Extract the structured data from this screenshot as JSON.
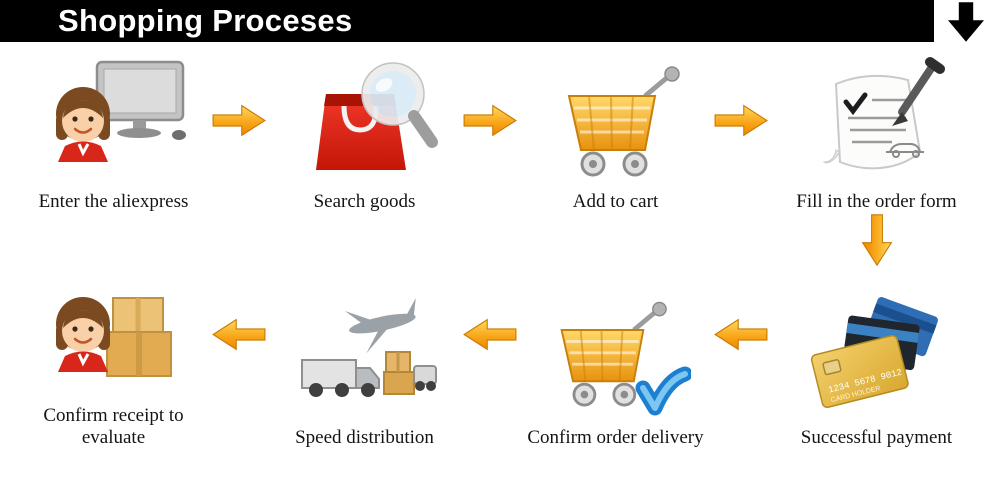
{
  "header": {
    "title": "Shopping Proceses",
    "corner_icon": "black-down-arrow"
  },
  "steps": [
    {
      "id": "enter-aliexpress",
      "label": "Enter the aliexpress",
      "icon": "user-computer-icon"
    },
    {
      "id": "search-goods",
      "label": "Search goods",
      "icon": "bag-magnifier-icon"
    },
    {
      "id": "add-to-cart",
      "label": "Add to cart",
      "icon": "shopping-cart-icon"
    },
    {
      "id": "fill-order-form",
      "label": "Fill in the order form",
      "icon": "order-form-icon"
    },
    {
      "id": "successful-payment",
      "label": "Successful payment",
      "icon": "credit-cards-icon"
    },
    {
      "id": "confirm-order-delivery",
      "label": "Confirm order delivery",
      "icon": "cart-check-icon"
    },
    {
      "id": "speed-distribution",
      "label": "Speed distribution",
      "icon": "logistics-icon"
    },
    {
      "id": "confirm-receipt",
      "label": "Confirm receipt to evaluate",
      "icon": "person-boxes-icon"
    }
  ],
  "flow_directions": [
    "right",
    "right",
    "right",
    "down",
    "left",
    "left",
    "left"
  ],
  "colors": {
    "header_bg": "#000000",
    "header_text": "#ffffff",
    "arrow_light": "#ffd95e",
    "arrow_dark": "#ef8500",
    "label_text": "#141414",
    "bag_red": "#e02715",
    "cart_gold": "#f0a71c",
    "check_blue": "#4aa7e8"
  }
}
